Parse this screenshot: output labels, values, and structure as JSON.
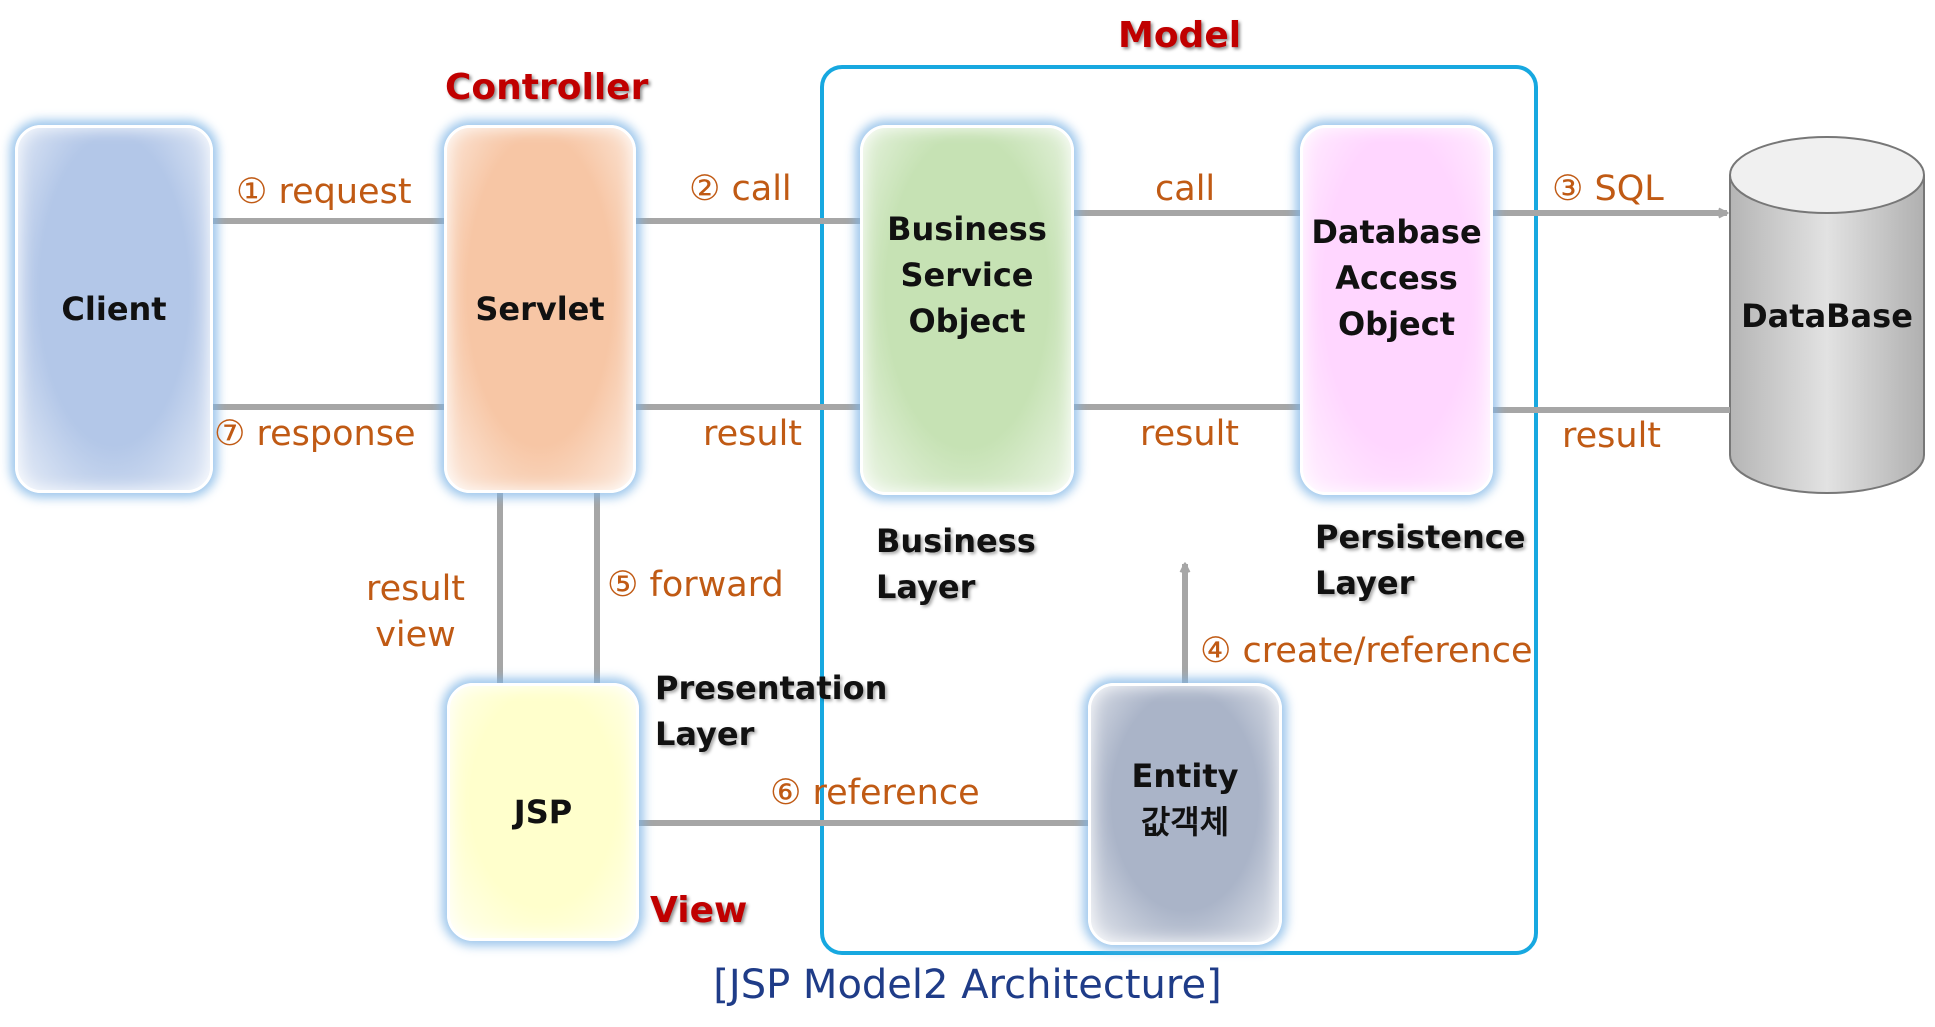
{
  "diagram": {
    "caption": "[JSP Model2 Architecture]",
    "roles": {
      "model": "Model",
      "controller": "Controller",
      "view": "View"
    },
    "boxes": {
      "client": {
        "label": "Client",
        "color": "#b3c7e8"
      },
      "servlet": {
        "label": "Servlet",
        "color": "#f7c6a5"
      },
      "business": {
        "label": "Business\nService\nObject",
        "color": "#c6e2b4"
      },
      "dao": {
        "label": "Database\nAccess\nObject",
        "color": "#ffd6ff"
      },
      "database": {
        "label": "DataBase",
        "color": "#d5d5d5"
      },
      "jsp": {
        "label": "JSP",
        "color": "#ffffcc"
      },
      "entity": {
        "label": "Entity\n값객체",
        "color": "#aab4c8"
      }
    },
    "layers": {
      "business": "Business\nLayer",
      "persistence": "Persistence\nLayer",
      "presentation": "Presentation\nLayer"
    },
    "flows": {
      "request": "① request",
      "response": "⑦ response",
      "call1": "② call",
      "result1": "result",
      "call2": "call",
      "result2": "result",
      "sql": "③ SQL",
      "result3": "result",
      "result_view": "result\nview",
      "forward": "⑤ forward",
      "create_reference": "④ create/reference",
      "reference": "⑥ reference"
    },
    "colors": {
      "arrow": "#a6a6a6",
      "flow_text": "#c05a14",
      "role_text": "#c00000",
      "model_border": "#17a8e0",
      "caption": "#1f3c88"
    }
  }
}
